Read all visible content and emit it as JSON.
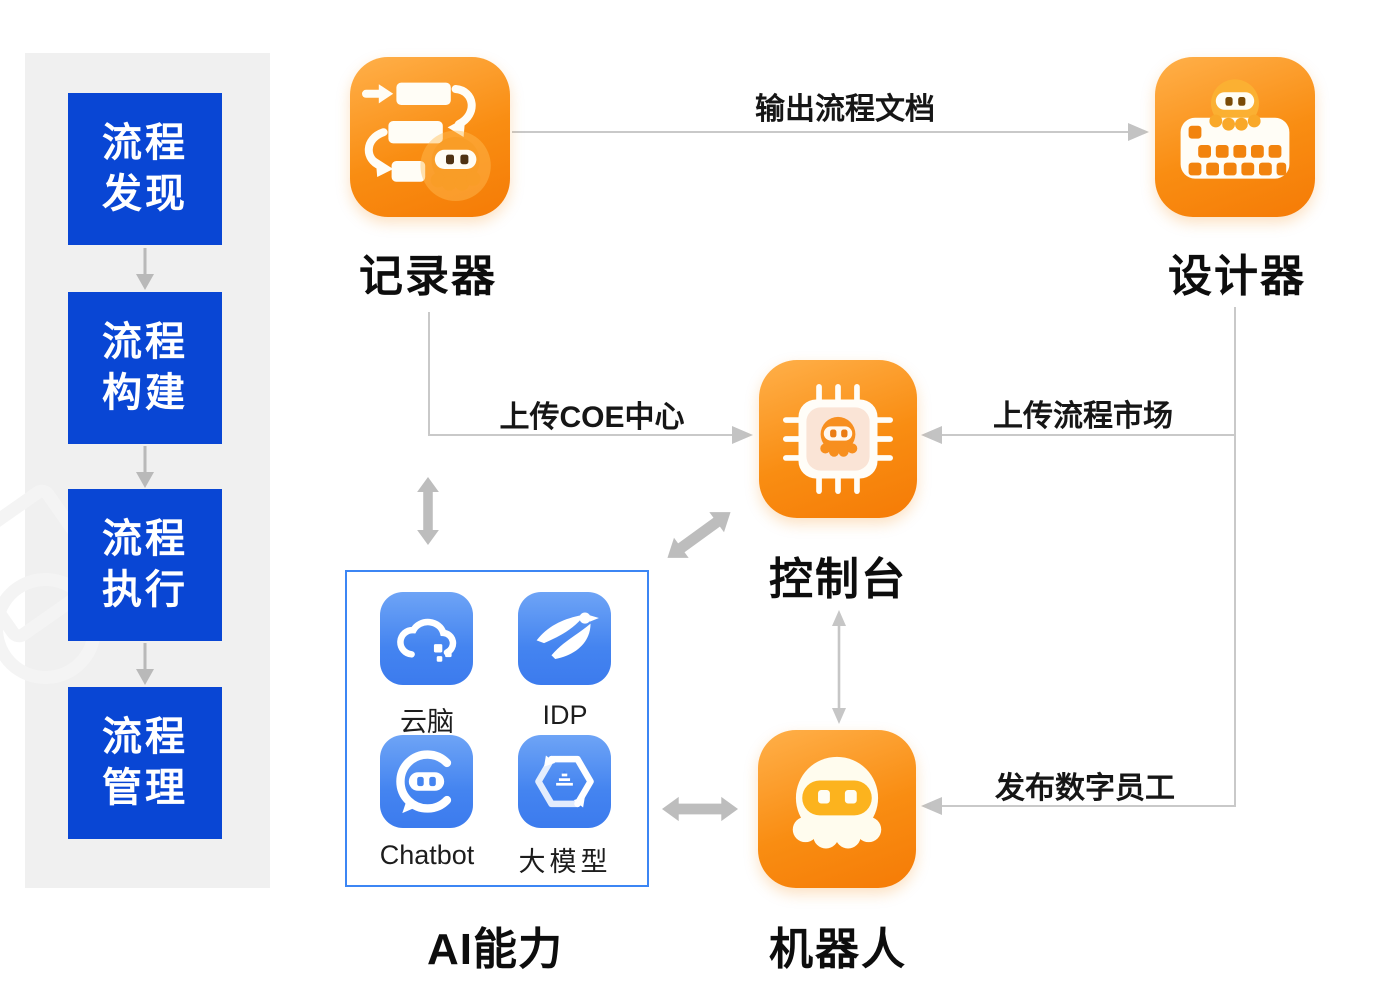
{
  "sidebar": {
    "items": [
      {
        "line1": "流程",
        "line2": "发现"
      },
      {
        "line1": "流程",
        "line2": "构建"
      },
      {
        "line1": "流程",
        "line2": "执行"
      },
      {
        "line1": "流程",
        "line2": "管理"
      }
    ]
  },
  "nodes": {
    "recorder": {
      "label": "记录器"
    },
    "designer": {
      "label": "设计器"
    },
    "console": {
      "label": "控制台"
    },
    "robot": {
      "label": "机器人"
    },
    "ai": {
      "label": "AI能力",
      "items": [
        {
          "label": "云脑"
        },
        {
          "label": "IDP"
        },
        {
          "label": "Chatbot"
        },
        {
          "label": "大模型"
        }
      ]
    }
  },
  "edges": {
    "output_doc": {
      "label": "输出流程文档"
    },
    "upload_coe": {
      "label": "上传COE中心"
    },
    "upload_market": {
      "label": "上传流程市场"
    },
    "publish_worker": {
      "label": "发布数字员工"
    }
  },
  "colors": {
    "sidebar_blue": "#0946D4",
    "orange_icon_light": "#FFB04A",
    "orange_icon_dark": "#F57B06",
    "ai_icon_blue": "#4484F0",
    "ai_box_border": "#3C86F4",
    "thin_arrow_gray": "#C9C9C9",
    "thick_arrow_gray": "#BDBDBD",
    "sidebar_panel_gray": "#F0F0F0"
  }
}
